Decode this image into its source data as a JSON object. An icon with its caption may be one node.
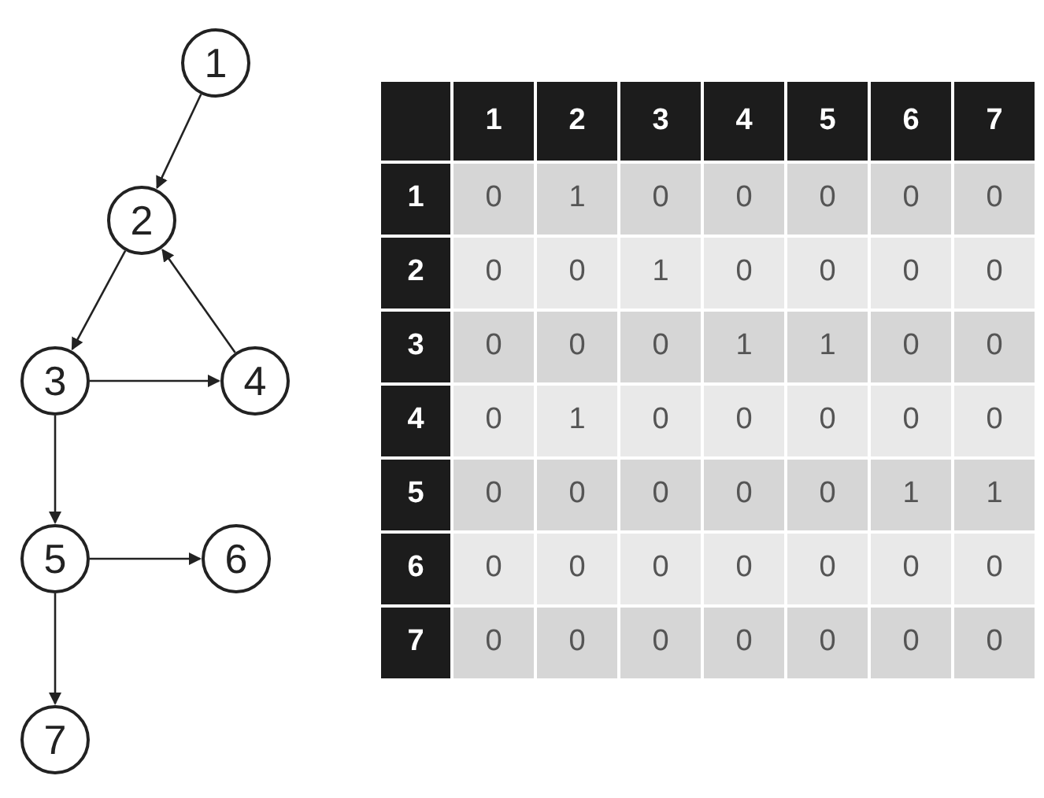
{
  "diagram": {
    "nodes": [
      {
        "text": [
          "1"
        ]
      },
      {
        "text": [
          "2"
        ]
      },
      {
        "text": [
          "3"
        ]
      },
      {
        "text": [
          "4"
        ]
      },
      {
        "text": [
          "5"
        ]
      },
      {
        "text": [
          "6"
        ]
      },
      {
        "text": [
          "7"
        ]
      }
    ],
    "edges": [
      {
        "from": 0,
        "to": 1,
        "arrow": "to"
      },
      {
        "from": 1,
        "to": 2,
        "arrow": "to"
      },
      {
        "from": 3,
        "to": 1,
        "arrow": "to"
      },
      {
        "from": 2,
        "to": 3,
        "arrow": "to"
      },
      {
        "from": 2,
        "to": 4,
        "arrow": "to"
      },
      {
        "from": 4,
        "to": 5,
        "arrow": "to"
      },
      {
        "from": 4,
        "to": 6,
        "arrow": "to"
      }
    ],
    "labels": [
      "1",
      "2",
      "3",
      "4",
      "5",
      "6",
      "7",
      "1",
      "0",
      "1",
      "0",
      "0",
      "0",
      "0",
      "0",
      "2",
      "0",
      "0",
      "1",
      "0",
      "0",
      "0",
      "0",
      "3",
      "0",
      "0",
      "0",
      "1",
      "1",
      "0",
      "0",
      "4",
      "0",
      "1",
      "0",
      "0",
      "0",
      "0",
      "0",
      "5",
      "0",
      "0",
      "0",
      "0",
      "0",
      "1",
      "1",
      "6",
      "0",
      "0",
      "0",
      "0",
      "0",
      "0",
      "0",
      "7",
      "0",
      "0",
      "0",
      "0",
      "0",
      "0",
      "0"
    ]
  }
}
